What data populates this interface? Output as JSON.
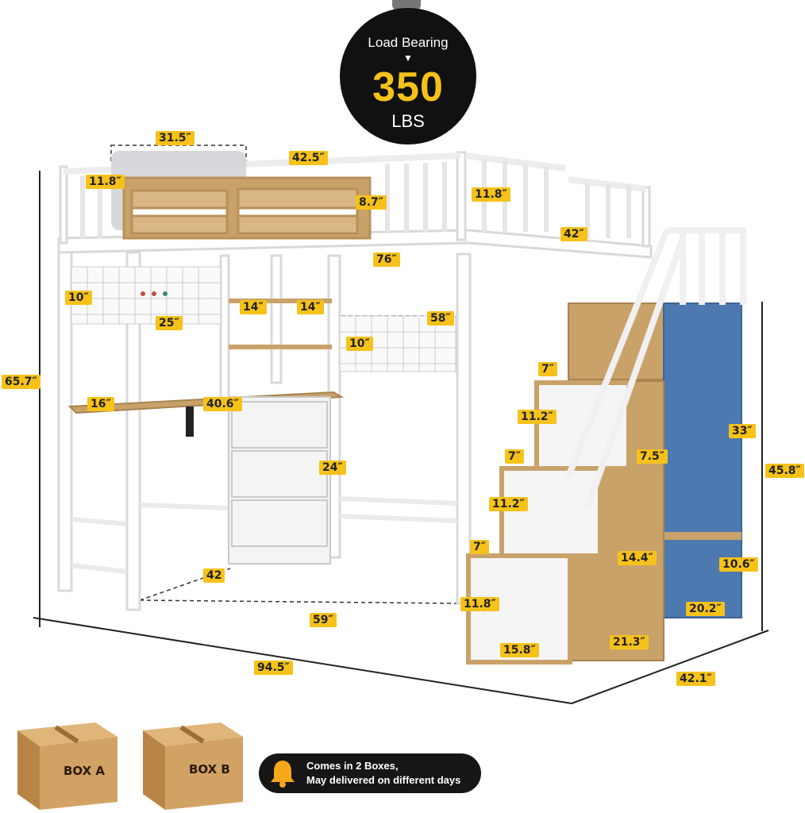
{
  "badge": {
    "line1": "Load Bearing",
    "arrow": "▼",
    "number": "350",
    "unit": "LBS"
  },
  "dimensions": {
    "d31_5": "31.5″",
    "d42_5": "42.5″",
    "d11_8a": "11.8″",
    "d8_7": "8.7″",
    "d11_8b": "11.8″",
    "d42": "42″",
    "d76": "76″",
    "d10a": "10″",
    "d14a": "14″",
    "d14b": "14″",
    "d25": "25″",
    "d58": "58″",
    "d10b": "10″",
    "d7a": "7″",
    "d65_7": "65.7″",
    "d16": "16″",
    "d40_6": "40.6″",
    "d11_2a": "11.2″",
    "d33": "33″",
    "d7b": "7″",
    "d7_5": "7.5″",
    "d24": "24″",
    "d45_8": "45.8″",
    "d11_2b": "11.2″",
    "d7c": "7″",
    "d14_4": "14.4″",
    "d10_6": "10.6″",
    "d42b": "42",
    "d11_8c": "11.8″",
    "d20_2": "20.2″",
    "d59": "59″",
    "d21_3": "21.3″",
    "d15_8": "15.8″",
    "d94_5": "94.5″",
    "d42_1": "42.1″"
  },
  "boxes": {
    "a": "BOX A",
    "b": "BOX B"
  },
  "notice": {
    "line1": "Comes in 2 Boxes,",
    "line2": "May delivered on different days"
  },
  "colors": {
    "accent": "#f6c21a",
    "frame": "#ffffff",
    "wood": "#c9a26a",
    "blue_panel": "#4d78b0"
  },
  "icons": [
    "bell-icon",
    "cardboard-box-icon"
  ]
}
